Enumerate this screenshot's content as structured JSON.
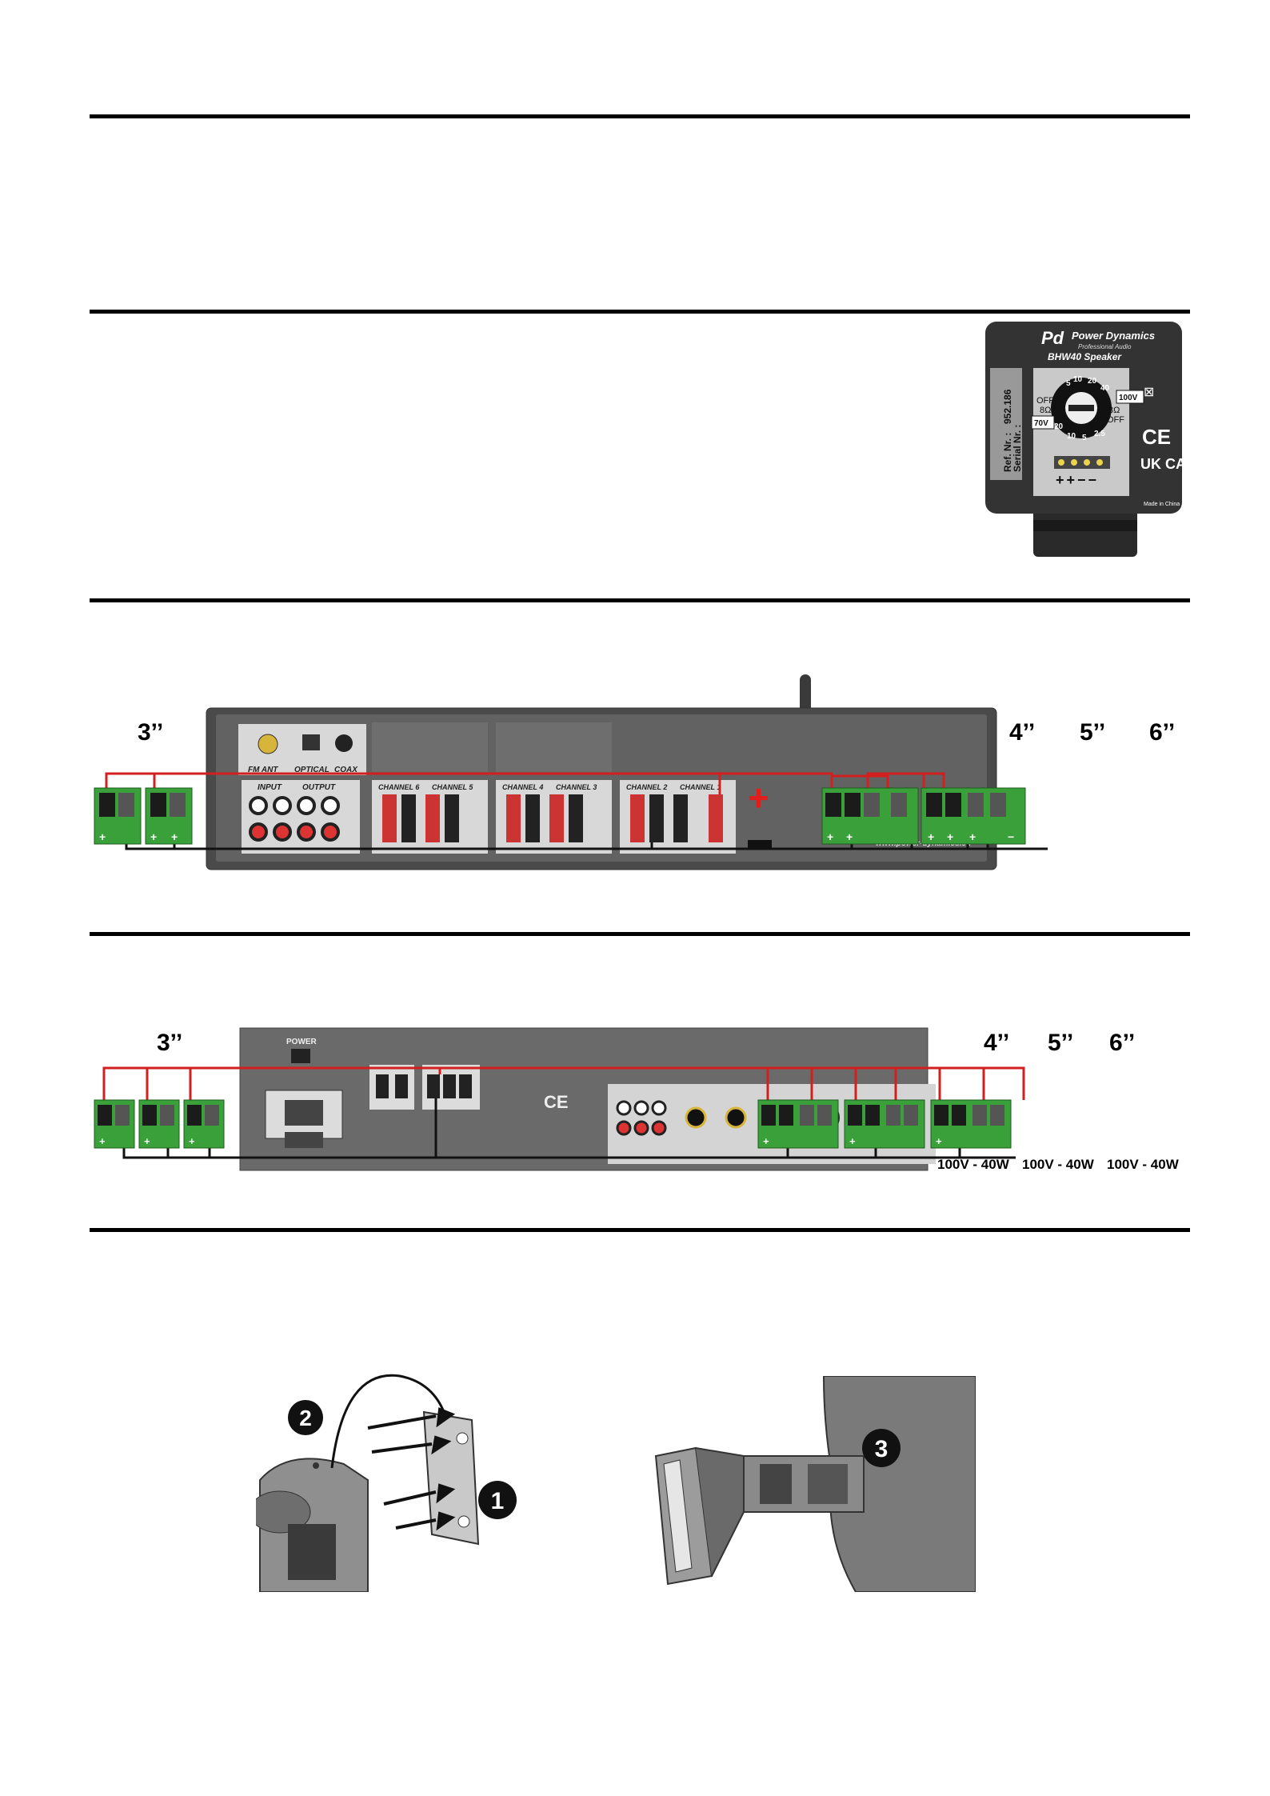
{
  "label": {
    "brand": "Power Dynamics",
    "tagline": "Professional Audio",
    "model": "BHW40 Speaker",
    "ref_label": "Ref. Nr. :",
    "ref_value": "952.186",
    "serial_label": "Serial Nr. :",
    "dial_off_left": "OFF",
    "dial_ohm_left": "8Ω",
    "dial_off_right": "OFF",
    "dial_ohm_right": "8Ω",
    "dial_100v": "100V",
    "dial_70v": "70V",
    "dial_t1": "5",
    "dial_t2": "10",
    "dial_t3": "20",
    "dial_t4": "40",
    "dial_b1": "20",
    "dial_b2": "10",
    "dial_b3": "5",
    "dial_b4": "2.5",
    "terminals": "++−−",
    "ce": "CE",
    "ukca": "UK CA",
    "made_in": "Made in China"
  },
  "diagram1": {
    "size_3": "3’’",
    "size_4": "4’’",
    "size_5": "5’’",
    "size_6": "6’’",
    "fm_ant": "FM ANT",
    "optical": "OPTICAL",
    "coax": "COAX",
    "input": "INPUT",
    "output": "OUTPUT",
    "ch6": "CHANNEL 6",
    "ch5": "CHANNEL 5",
    "ch4": "CHANNEL 4",
    "ch3": "CHANNEL 3",
    "ch2": "CHANNEL 2",
    "ch1": "CHANNEL 1",
    "website": "www.power-dynamics.eu",
    "plus": "+",
    "minus": "−"
  },
  "diagram2": {
    "size_3": "3’’",
    "size_4": "4’’",
    "size_5": "5’’",
    "size_6": "6’’",
    "power": "POWER",
    "ce": "CE",
    "watt_1": "100V - 40W",
    "watt_2": "100V - 40W",
    "watt_3": "100V - 40W",
    "plus": "+"
  },
  "mounting": {
    "step_1": "1",
    "step_2": "2",
    "step_3": "3"
  }
}
